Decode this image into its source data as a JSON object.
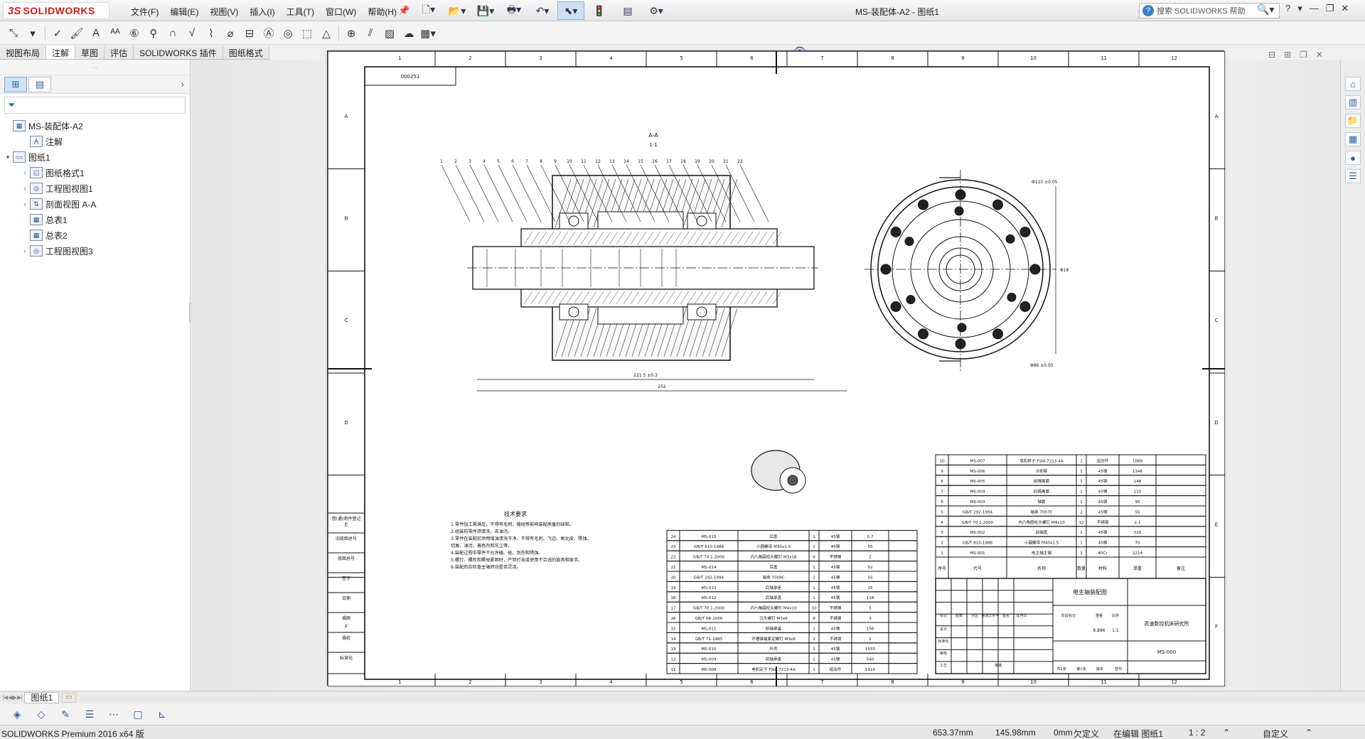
{
  "app": {
    "logo_mark": "3S",
    "logo_text": "SOLIDWORKS",
    "doc_title": "MS-装配体-A2 - 图纸1",
    "help_placeholder": "搜索 SOLIDWORKS 帮助",
    "window_controls": [
      "?",
      "▾",
      "—",
      "❐",
      "✕"
    ]
  },
  "menu": [
    "文件(F)",
    "编辑(E)",
    "视图(V)",
    "插入(I)",
    "工具(T)",
    "窗口(W)",
    "帮助(H)"
  ],
  "tabs": [
    {
      "label": "视图布局",
      "active": false
    },
    {
      "label": "注解",
      "active": true
    },
    {
      "label": "草图",
      "active": false
    },
    {
      "label": "评估",
      "active": false
    },
    {
      "label": "SOLIDWORKS 插件",
      "active": false
    },
    {
      "label": "图纸格式",
      "active": false
    }
  ],
  "tree": [
    {
      "label": "MS-装配体-A2",
      "icon": "drawing-icon",
      "level": 0,
      "expander": ""
    },
    {
      "label": "注解",
      "icon": "annotation-icon",
      "level": 1,
      "expander": ""
    },
    {
      "label": "图纸1",
      "icon": "sheet-icon",
      "level": 0,
      "expander": "▾"
    },
    {
      "label": "图纸格式1",
      "icon": "sheet-format-icon",
      "level": 1,
      "expander": "›"
    },
    {
      "label": "工程图视图1",
      "icon": "drawing-view-icon",
      "level": 1,
      "expander": "›"
    },
    {
      "label": "剖面视图 A-A",
      "icon": "section-view-icon",
      "level": 1,
      "expander": "›"
    },
    {
      "label": "总表1",
      "icon": "table-icon",
      "level": 1,
      "expander": ""
    },
    {
      "label": "总表2",
      "icon": "table-icon",
      "level": 1,
      "expander": ""
    },
    {
      "label": "工程图视图3",
      "icon": "drawing-view-icon",
      "level": 1,
      "expander": "›"
    }
  ],
  "drawing": {
    "columns": [
      "1",
      "2",
      "3",
      "4",
      "5",
      "6",
      "7",
      "8",
      "9",
      "10",
      "11",
      "12"
    ],
    "rows": [
      "A",
      "B",
      "C",
      "D",
      "E",
      "F"
    ],
    "section_label": "A-A",
    "scale_label": "1:1",
    "dims": [
      "Φ110 ±0.05",
      "Φ86 ±0.05",
      "Φ18",
      "221.5 ±0.3",
      "252"
    ],
    "notes_title": "技术要求",
    "notes": [
      "1.零件加工需满足，不得有毛刺，磕碰等影响装配质量的缺陷。",
      "2.组装前零件须清洗，去油污。",
      "3.零件在装配前须用煤油清洗干净，不得有毛刺、飞边、氧化皮、锈蚀、",
      "切屑、油污、着色剂和灰尘等。",
      "4.装配过程中零件不允许磕、碰、划伤和锈蚀。",
      "5.螺钉、螺栓和螺母紧固时，严禁打击或使用不合适的旋具和扳手。",
      "6.装配后应检查主轴转动是否灵活。"
    ],
    "bom_left": [
      {
        "no": "24",
        "code": "MS-015",
        "name": "后盖",
        "qty": "1",
        "mat": "45钢",
        "wt": "0.7"
      },
      {
        "no": "23",
        "code": "GB/T 810-1988",
        "name": "小圆螺母 M30x1.5",
        "qty": "1",
        "mat": "45钢",
        "wt": "55"
      },
      {
        "no": "22",
        "code": "GB/T 70.1-2000",
        "name": "内六角圆柱头螺钉 M3x16",
        "qty": "6",
        "mat": "不锈钢",
        "wt": "2"
      },
      {
        "no": "21",
        "code": "MS-014",
        "name": "后盖",
        "qty": "1",
        "mat": "45钢",
        "wt": "52"
      },
      {
        "no": "20",
        "code": "GB/T 292-1994",
        "name": "轴承 7009C",
        "qty": "2",
        "mat": "45钢",
        "wt": "55"
      },
      {
        "no": "19",
        "code": "MS-013",
        "name": "后轴承座",
        "qty": "1",
        "mat": "45钢",
        "wt": "15"
      },
      {
        "no": "18",
        "code": "MS-012",
        "name": "后轴承盖",
        "qty": "1",
        "mat": "45钢",
        "wt": "118"
      },
      {
        "no": "17",
        "code": "GB/T 70.1-2000",
        "name": "内六角圆柱头螺钉 M4x10",
        "qty": "10",
        "mat": "不锈钢",
        "wt": "5"
      },
      {
        "no": "16",
        "code": "GB/T 68-2000",
        "name": "沉头螺钉 M3x8",
        "qty": "8",
        "mat": "不锈钢",
        "wt": "3"
      },
      {
        "no": "15",
        "code": "MS-011",
        "name": "前轴承盖",
        "qty": "1",
        "mat": "45钢",
        "wt": "156"
      },
      {
        "no": "14",
        "code": "GB/T 71-1985",
        "name": "开槽锥端紧定螺钉 M3x8",
        "qty": "2",
        "mat": "不锈钢",
        "wt": "1"
      },
      {
        "no": "13",
        "code": "MS-010",
        "name": "外壳",
        "qty": "1",
        "mat": "45钢",
        "wt": "1555"
      },
      {
        "no": "12",
        "code": "MS-009",
        "name": "前轴承座",
        "qty": "1",
        "mat": "45钢",
        "wt": "540"
      },
      {
        "no": "11",
        "code": "MS-008",
        "name": "电机定子 FSIA.7213-4A",
        "qty": "1",
        "mat": "组合件",
        "wt": "1310"
      }
    ],
    "bom_right": [
      {
        "no": "10",
        "code": "MS-007",
        "name": "电机转子 FSIA.7213-4A",
        "qty": "1",
        "mat": "组合件",
        "wt": "1089"
      },
      {
        "no": "9",
        "code": "MS-006",
        "name": "冷却套",
        "qty": "1",
        "mat": "45钢",
        "wt": "1346"
      },
      {
        "no": "8",
        "code": "MS-005",
        "name": "前隔离套",
        "qty": "1",
        "mat": "45钢",
        "wt": "148"
      },
      {
        "no": "7",
        "code": "MS-004",
        "name": "后隔离套",
        "qty": "1",
        "mat": "45钢",
        "wt": "115"
      },
      {
        "no": "6",
        "code": "MS-003",
        "name": "轴套",
        "qty": "1",
        "mat": "45钢",
        "wt": "95"
      },
      {
        "no": "5",
        "code": "GB/T 292-1994",
        "name": "轴承 7007C",
        "qty": "2",
        "mat": "45钢",
        "wt": "55"
      },
      {
        "no": "4",
        "code": "GB/T 70.1-2000",
        "name": "内六角圆柱头螺钉 M4x10",
        "qty": "12",
        "mat": "不锈钢",
        "wt": "2.1"
      },
      {
        "no": "3",
        "code": "MS-002",
        "name": "前端盖",
        "qty": "1",
        "mat": "45钢",
        "wt": "326"
      },
      {
        "no": "2",
        "code": "GB/T 810-1988",
        "name": "小圆螺母 M40x1.5",
        "qty": "1",
        "mat": "45钢",
        "wt": "70"
      },
      {
        "no": "1",
        "code": "MS-001",
        "name": "电主轴主轴",
        "qty": "1",
        "mat": "40Cr",
        "wt": "2214"
      }
    ],
    "bom_header": [
      "序号",
      "代号",
      "名称",
      "数量",
      "材料",
      "单重",
      "备注"
    ],
    "title_block": {
      "part_name": "电主轴装配图",
      "company": "高速数控机床研究所",
      "drawing_no": "MS-000",
      "scale": "1:1",
      "weight": "8.896",
      "labels": [
        "标记",
        "处数",
        "分区",
        "更改文件号",
        "签名",
        "年月日",
        "设计",
        "标准化",
        "审核",
        "工艺",
        "批准",
        "阶段标记",
        "重量",
        "比例",
        "共1张",
        "第1张",
        "版本",
        "替代"
      ]
    },
    "left_strip": [
      "借(通)用件登记",
      "旧底图总号",
      "底图总号",
      "签字",
      "日期",
      "描图",
      "描校",
      "标准化"
    ],
    "box_label": "000251"
  },
  "sheet_tabs": {
    "active": "图纸1"
  },
  "status": {
    "app_version": "SOLIDWORKS Premium 2016 x64 版",
    "x": "653.37mm",
    "y": "145.98mm",
    "z": "0mm",
    "state": "欠定义",
    "editing": "在编辑 图纸1",
    "scale": "1 : 2",
    "units": "自定义"
  },
  "colors": {
    "brand": "#d01c1c",
    "accent": "#2a5fa8",
    "selection": "#cfe0f3"
  }
}
